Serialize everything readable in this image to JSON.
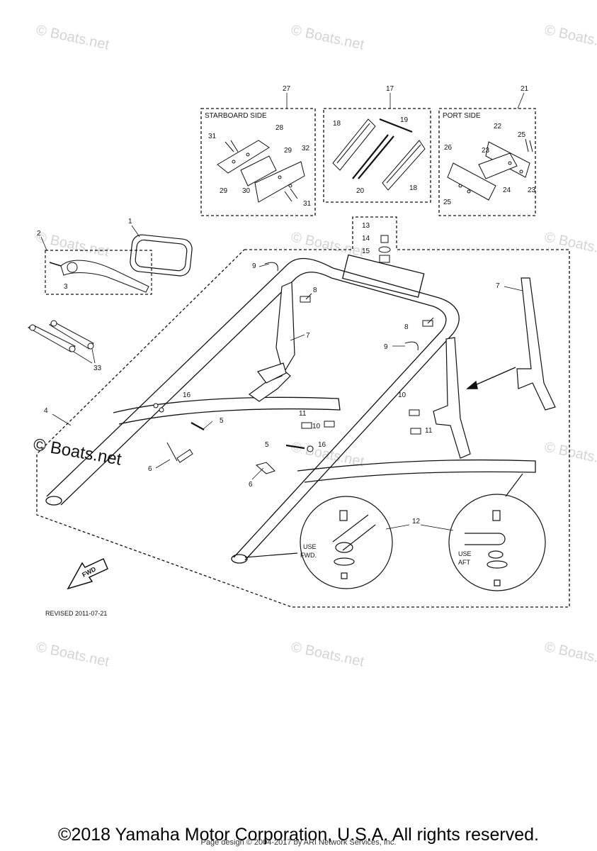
{
  "watermark": "© Boats.net",
  "boxes": {
    "starboard": {
      "ref": "27",
      "title": "STARBOARD SIDE"
    },
    "middle": {
      "ref": "17"
    },
    "port": {
      "ref": "21",
      "title": "PORT SIDE"
    }
  },
  "callouts": [
    "1",
    "2",
    "3",
    "4",
    "5",
    "6",
    "7",
    "8",
    "9",
    "10",
    "11",
    "12",
    "13",
    "14",
    "15",
    "16",
    "17",
    "18",
    "19",
    "20",
    "21",
    "22",
    "23",
    "24",
    "25",
    "26",
    "27",
    "28",
    "29",
    "30",
    "31",
    "32",
    "33"
  ],
  "notes": {
    "use_fwd": [
      "USE",
      "FWD."
    ],
    "use_aft": [
      "USE",
      "AFT"
    ],
    "fwd_arrow": "FWD",
    "revised": "REVISED 2011-07-21"
  },
  "footer": {
    "copyright": "©2018 Yamaha Motor Corporation, U.S.A. All rights reserved.",
    "page_design": "Page design © 2004-2017 by ARI Network Services, Inc."
  }
}
